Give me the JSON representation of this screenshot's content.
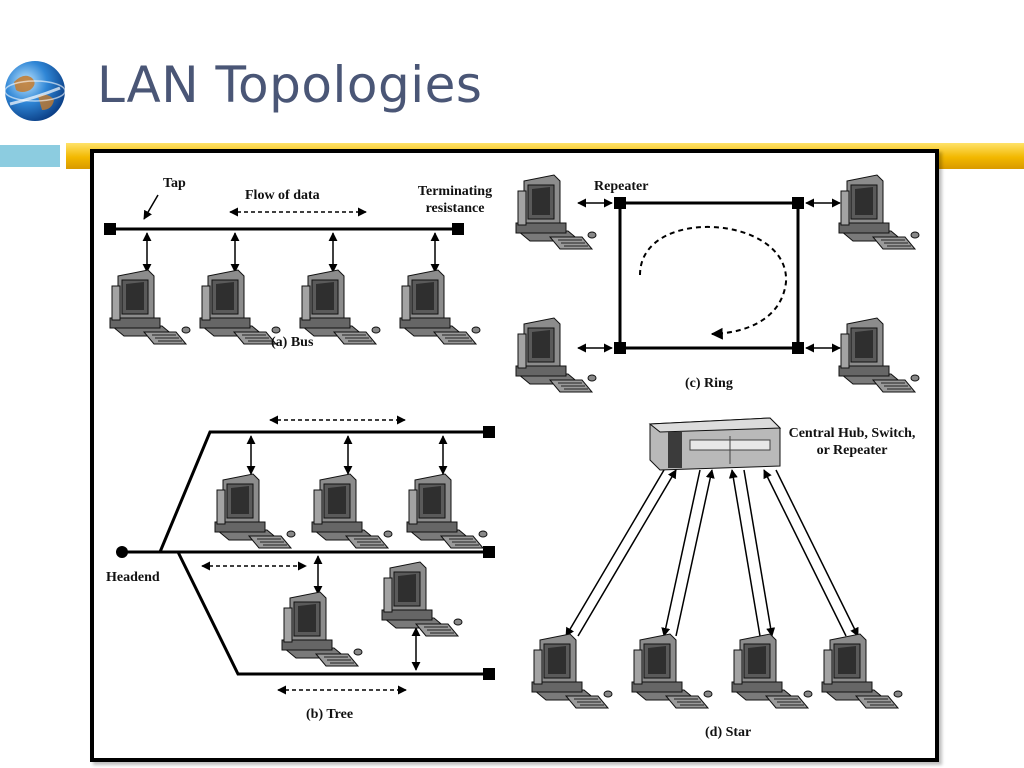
{
  "slide": {
    "title": "LAN Topologies",
    "logo_icon": "globe-logo-icon"
  },
  "diagrams": {
    "bus": {
      "caption": "(a) Bus",
      "tap": "Tap",
      "flow": "Flow of data",
      "terminating_line1": "Terminating",
      "terminating_line2": "resistance"
    },
    "ring": {
      "caption": "(c) Ring",
      "repeater": "Repeater"
    },
    "tree": {
      "caption": "(b) Tree",
      "headend": "Headend"
    },
    "star": {
      "caption": "(d) Star",
      "hub_line1": "Central Hub, Switch,",
      "hub_line2": "or Repeater"
    }
  },
  "colors": {
    "title": "#4a5676",
    "accent_gold": "#f2b800",
    "accent_blue": "#8ccce0"
  }
}
